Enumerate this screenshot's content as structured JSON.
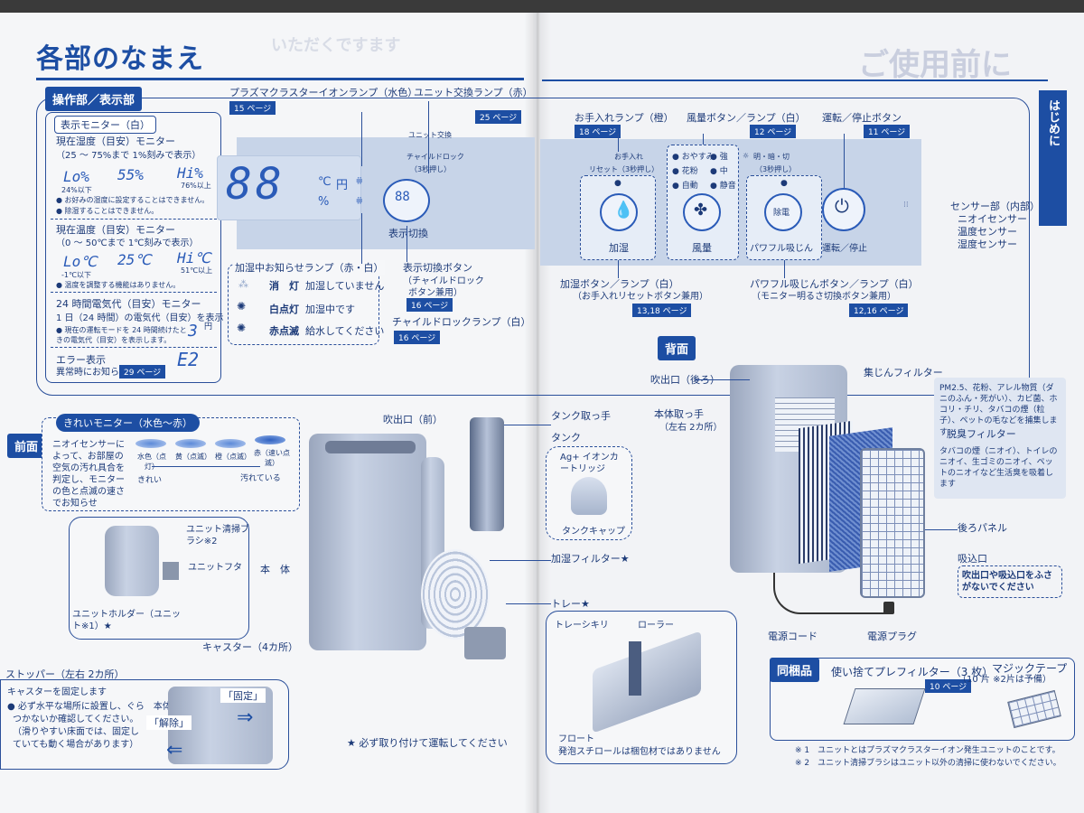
{
  "title": "各部のなまえ",
  "ghost_left": "いただくですます",
  "ghost_right": "ご使用前に",
  "side_tab": "はじめに",
  "control_section": "操作部／表示部",
  "display_monitor": {
    "label": "表示モニター（白）",
    "humidity_title": "現在湿度（目安）モニター",
    "humidity_range": "（25 ～ 75%まで 1%刻みで表示）",
    "humidity_lo": "Lo%",
    "humidity_mid": "55%",
    "humidity_hi": "Hi%",
    "humidity_lo_note": "24%以下",
    "humidity_hi_note": "76%以上",
    "humidity_note1": "● お好みの湿度に設定することはできません。",
    "humidity_note2": "● 除湿することはできません。",
    "temp_title": "現在温度（目安）モニター",
    "temp_range": "（0 ～ 50℃まで 1℃刻みで表示）",
    "temp_lo": "Lo℃",
    "temp_mid": "25℃",
    "temp_hi": "Hi℃",
    "temp_lo_note": "-1℃以下",
    "temp_hi_note": "51℃以上",
    "temp_note": "● 温度を調整する機能はありません。",
    "power_title": "24 時間電気代（目安）モニター",
    "power_desc": "1 日（24 時間）の電気代（目安）を表示",
    "power_note": "● 現在の運転モードを 24 時間続けたときの電気代（目安）を表示します。",
    "power_value": "3",
    "power_unit": "円",
    "error_title": "エラー表示",
    "error_desc": "異常時にお知らせ",
    "error_page": "29 ページ",
    "error_code": "E2"
  },
  "plasma_lamp": "プラズマクラスターイオンランプ（水色）",
  "plasma_page": "15 ページ",
  "unit_lamp": "ユニット交換ランプ（赤）",
  "unit_page": "25 ページ",
  "lcd_digits": "88",
  "lcd_units": [
    "℃",
    "円",
    "%"
  ],
  "unit_change_label": "ユニット交換",
  "child_lock_label": "チャイルドロック",
  "child_lock_sub": "（3秒押し）",
  "display_switch_digits": "88",
  "display_switch_label": "表示切換",
  "humid_notice": {
    "title": "加湿中お知らせランプ（赤・白）",
    "rows": [
      {
        "state": "消　灯",
        "desc": "加湿していません"
      },
      {
        "state": "白点灯",
        "desc": "加湿中です"
      },
      {
        "state": "赤点滅",
        "desc": "給水してください"
      }
    ]
  },
  "display_switch_button": "表示切換ボタン",
  "display_switch_sub1": "（チャイルドロック",
  "display_switch_sub2": "ボタン兼用）",
  "display_switch_page": "16 ページ",
  "child_lock_lamp": "チャイルドロックランプ（白）",
  "child_lock_page": "16 ページ",
  "care_lamp": "お手入れランプ（橙）",
  "care_page": "18 ページ",
  "fan_lamp": "風量ボタン／ランプ（白）",
  "fan_page": "12 ページ",
  "power_button": "運転／停止ボタン",
  "power_page": "11 ページ",
  "care_small": "お手入れ",
  "care_reset": "リセット（3秒押し）",
  "fan_options": [
    "● おやすみ",
    "● 強",
    "● 花粉",
    "● 中",
    "● 自動",
    "● 静音"
  ],
  "bright_label": "明・暗・切",
  "bright_sub": "（3秒押し）",
  "btn_humid": "加湿",
  "btn_fan": "風量",
  "btn_power_clean": "パワフル吸じん",
  "btn_power": "運転／停止",
  "btn_clean_icon": "除電",
  "sensor": {
    "title": "センサー部（内部）",
    "items": [
      "ニオイセンサー",
      "温度センサー",
      "湿度センサー"
    ]
  },
  "humid_button": "加湿ボタン／ランプ（白）",
  "humid_button_sub": "（お手入れリセットボタン兼用）",
  "humid_button_page": "13,18 ページ",
  "powerful_button": "パワフル吸じんボタン／ランプ（白）",
  "powerful_button_sub": "（モニター明るさ切換ボタン兼用）",
  "powerful_button_page": "12,16 ページ",
  "front": "前面",
  "clean_monitor": {
    "title": "きれいモニター（水色～赤）",
    "desc": "ニオイセンサーによって、お部屋の空気の汚れ具合を判定し、モニターの色と点滅の速さでお知らせ",
    "levels": [
      "水色（点灯）",
      "黄（点滅）",
      "橙（点滅）",
      "赤（速い点滅）"
    ],
    "clean": "きれい",
    "dirty": "汚れている"
  },
  "unit_brush": "ユニット清掃ブラシ※2",
  "unit_lid": "ユニットフタ",
  "unit_holder": "ユニットホルダー（ユニット※1）★",
  "outlet_front": "吹出口（前）",
  "body": "本　体",
  "caster": "キャスター（4カ所）",
  "stopper": "ストッパー（左右 2カ所）",
  "stopper_desc": [
    "キャスターを固定します",
    "● 必ず水平な場所に設置し、ぐら　本体前側",
    "つかないか確認してください。",
    "（滑りやすい床面では、固定し",
    "ていても動く場合があります）"
  ],
  "fixed": "「固定」",
  "release": "「解除」",
  "tank_handle": "タンク取っ手",
  "tank": "タンク",
  "ag_cartridge": "Ag+ イオンカートリッジ",
  "tank_cap": "タンクキャップ",
  "humid_filter": "加湿フィルター★",
  "tray": "トレー★",
  "tray_divider": "トレーシキリ",
  "roller": "ローラー",
  "float": "フロート",
  "float_note": "発泡スチロールは梱包材ではありません",
  "must_attach": "★ 必ず取り付けて運転してください",
  "back": "背面",
  "outlet_back": "吹出口（後ろ）",
  "body_handle": "本体取っ手",
  "body_handle_sub": "（左右 2カ所）",
  "dust_filter": "集じんフィルター",
  "dust_filter_desc": "PM2.5、花粉、アレル物質（ダニのふん・死がい）、カビ菌、ホコリ・チリ、タバコの煙（粒子）、ペットの毛などを捕集します",
  "deodor_filter": "脱臭フィルター",
  "deodor_filter_desc": "タバコの煙（ニオイ）、トイレのニオイ、生ゴミのニオイ、ペットのニオイなど生活臭を吸着します",
  "back_panel": "後ろパネル",
  "intake": "吸込口",
  "intake_warn": "吹出口や吸込口をふさがないでください",
  "power_cord": "電源コード",
  "power_plug": "電源プラグ",
  "included": "同梱品",
  "prefilter": "使い捨てプレフィルター（3 枚）",
  "prefilter_page": "10 ページ",
  "magic_tape": "マジックテープ",
  "magic_tape_sub": "（10 片 ※2片は予備）",
  "footnote1": "※ 1　ユニットとはプラズマクラスターイオン発生ユニットのことです。",
  "footnote2": "※ 2　ユニット清掃ブラシはユニット以外の清掃に使わないでください。"
}
